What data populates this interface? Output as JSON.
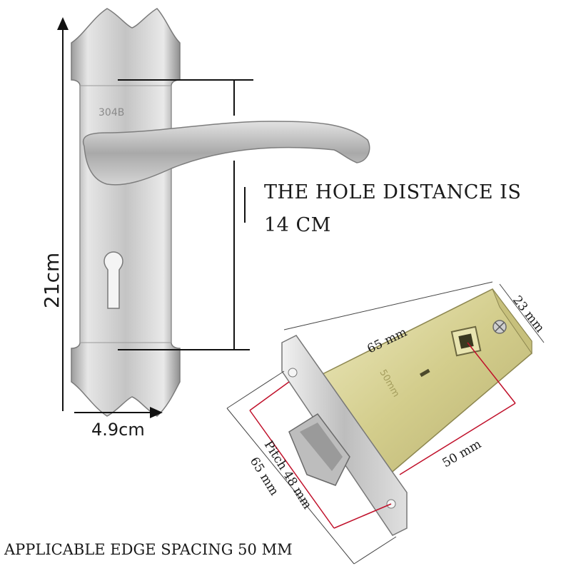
{
  "plate_stamp": "304B",
  "handle_height_label": "21cm",
  "handle_width_label": "4.9cm",
  "hole_distance_line1": "THE HOLE DISTANCE IS",
  "hole_distance_line2": "14 CM",
  "body_length_label": "65 mm",
  "body_thickness_label": "23 mm",
  "backset_label": "50 mm",
  "pitch_label": "Pitch 48 mm",
  "faceplate_length_label": "65 mm",
  "body_stamp": "50mm",
  "edge_spacing_caption": "APPLICABLE EDGE SPACING 50 MM",
  "colors": {
    "dimension_line": "#111111",
    "red_guide": "#c0102a",
    "satin_steel": "#c9c9c9",
    "brass_body": "#d9d49a"
  }
}
